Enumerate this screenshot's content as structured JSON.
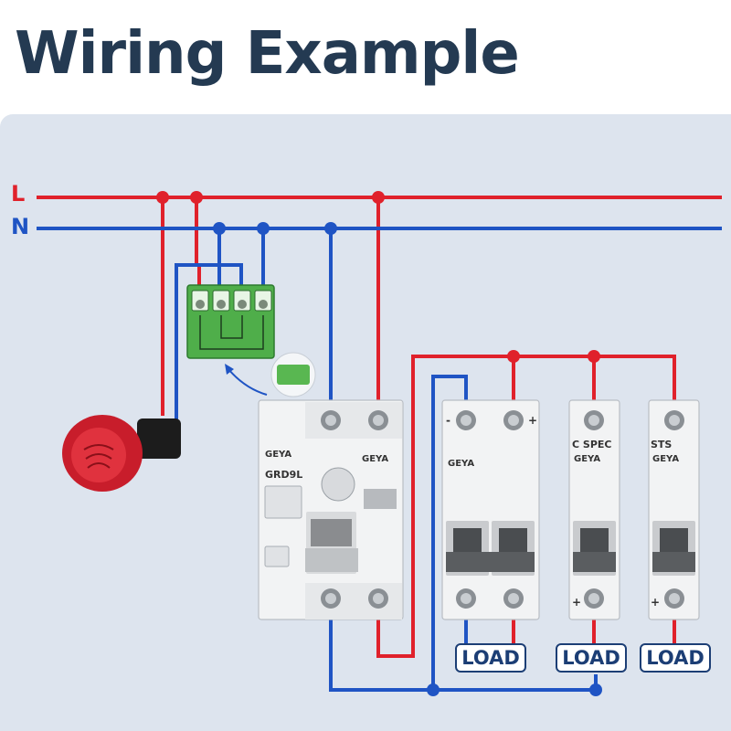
{
  "title": "Wiring Example",
  "bus_labels": {
    "line": "L",
    "neutral": "N"
  },
  "devices": {
    "rcd_brand": "GEYA",
    "rcd_model": "GRD9L",
    "rcd_right_brand": "GEYA",
    "dc_breaker_brand": "GEYA",
    "spd1_top": "C SPEC",
    "spd1_brand": "GEYA",
    "spd2_top": "STS",
    "spd2_brand": "GEYA"
  },
  "loads": [
    "LOAD",
    "LOAD",
    "LOAD"
  ],
  "colors": {
    "line_wire": "#e0212b",
    "neutral_wire": "#1f54c4",
    "panel_bg": "#dde4ee",
    "title": "#243a52"
  }
}
